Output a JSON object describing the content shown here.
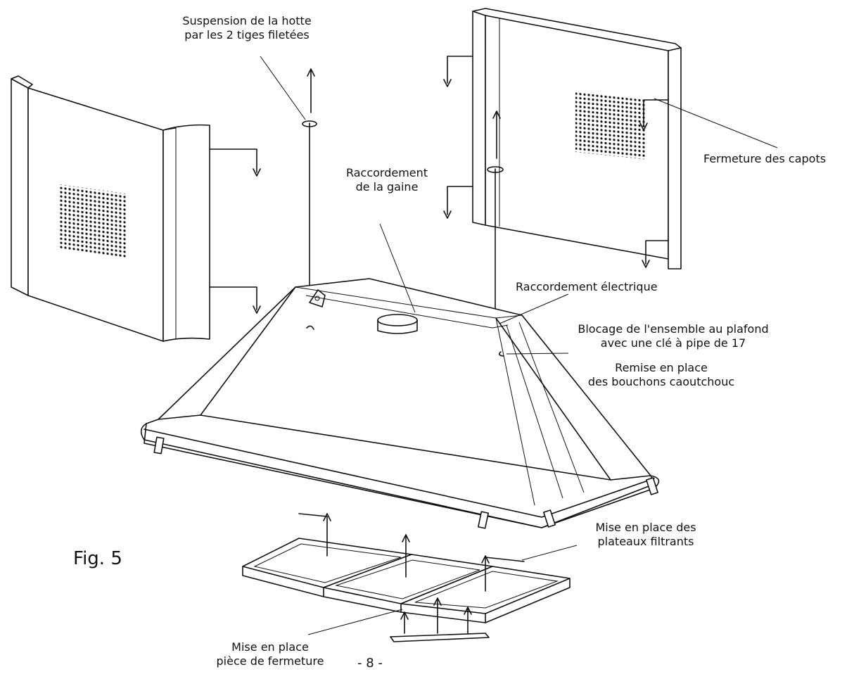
{
  "figure": {
    "label": "Fig. 5",
    "page_number": "- 8 -"
  },
  "callouts": {
    "suspension_line1": "Suspension de la hotte",
    "suspension_line2": "par les 2 tiges filetées",
    "raccordement_gaine_line1": "Raccordement",
    "raccordement_gaine_line2": "de la gaine",
    "fermeture_capots": "Fermeture des capots",
    "raccordement_electrique": "Raccordement électrique",
    "blocage_line1": "Blocage de l'ensemble au plafond",
    "blocage_line2": "avec une clé à pipe de 17",
    "remise_line1": "Remise en place",
    "remise_line2": "des bouchons caoutchouc",
    "plateaux_line1": "Mise en place des",
    "plateaux_line2": "plateaux filtrants",
    "piece_line1": "Mise en place",
    "piece_line2": "pièce de fermeture"
  }
}
